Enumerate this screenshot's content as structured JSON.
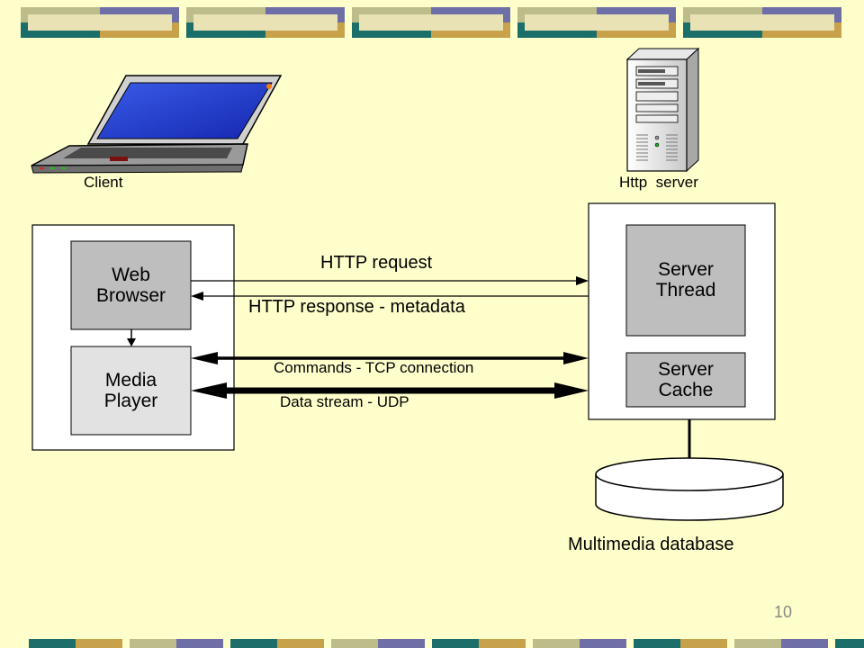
{
  "client_label": "Client",
  "server_label": "Http  server",
  "web_browser": [
    "Web",
    "Browser"
  ],
  "media_player": [
    "Media",
    "Player"
  ],
  "server_thread": [
    "Server",
    "Thread"
  ],
  "server_cache": [
    "Server",
    "Cache"
  ],
  "arrows": {
    "http_request": "HTTP request",
    "http_response": "HTTP response - metadata",
    "commands": "Commands - TCP connection",
    "data_stream": "Data stream - UDP"
  },
  "database_label": "Multimedia database",
  "page_number": "10",
  "colors": {
    "background": "#FFFFCC",
    "band_teal": "#1C6E6A",
    "band_purple": "#6F6FA8",
    "band_olive": "#BDBD8C",
    "band_gold": "#C8A24A",
    "box_dark": "#BEBEBE",
    "box_light": "#E2E2E2"
  }
}
